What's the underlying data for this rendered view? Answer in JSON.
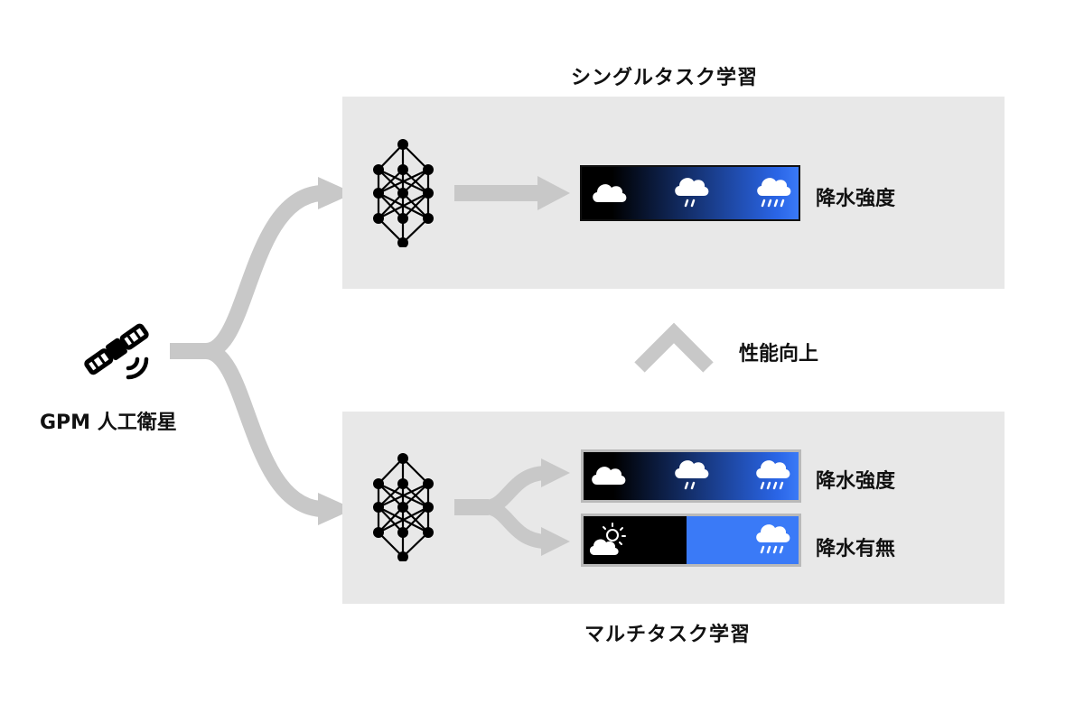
{
  "satellite": {
    "label": "GPM 人工衛星",
    "icon": "satellite-icon"
  },
  "single_task": {
    "title": "シングルタスク学習",
    "outputs": [
      {
        "label": "降水強度",
        "type": "intensity",
        "icons": [
          "cloud-icon",
          "light-rain-icon",
          "heavy-rain-icon"
        ]
      }
    ]
  },
  "multi_task": {
    "title": "マルチタスク学習",
    "outputs": [
      {
        "label": "降水強度",
        "type": "intensity",
        "icons": [
          "cloud-icon",
          "light-rain-icon",
          "heavy-rain-icon"
        ]
      },
      {
        "label": "降水有無",
        "type": "presence",
        "icons": [
          "partly-cloudy-icon",
          "heavy-rain-icon"
        ]
      }
    ]
  },
  "improvement": {
    "label": "性能向上",
    "icon": "chevron-up-icon"
  },
  "colors": {
    "panel": "#e8e8e8",
    "arrow": "#c8c8c8",
    "rain_blue": "#3a7af7",
    "dark": "#000000"
  }
}
